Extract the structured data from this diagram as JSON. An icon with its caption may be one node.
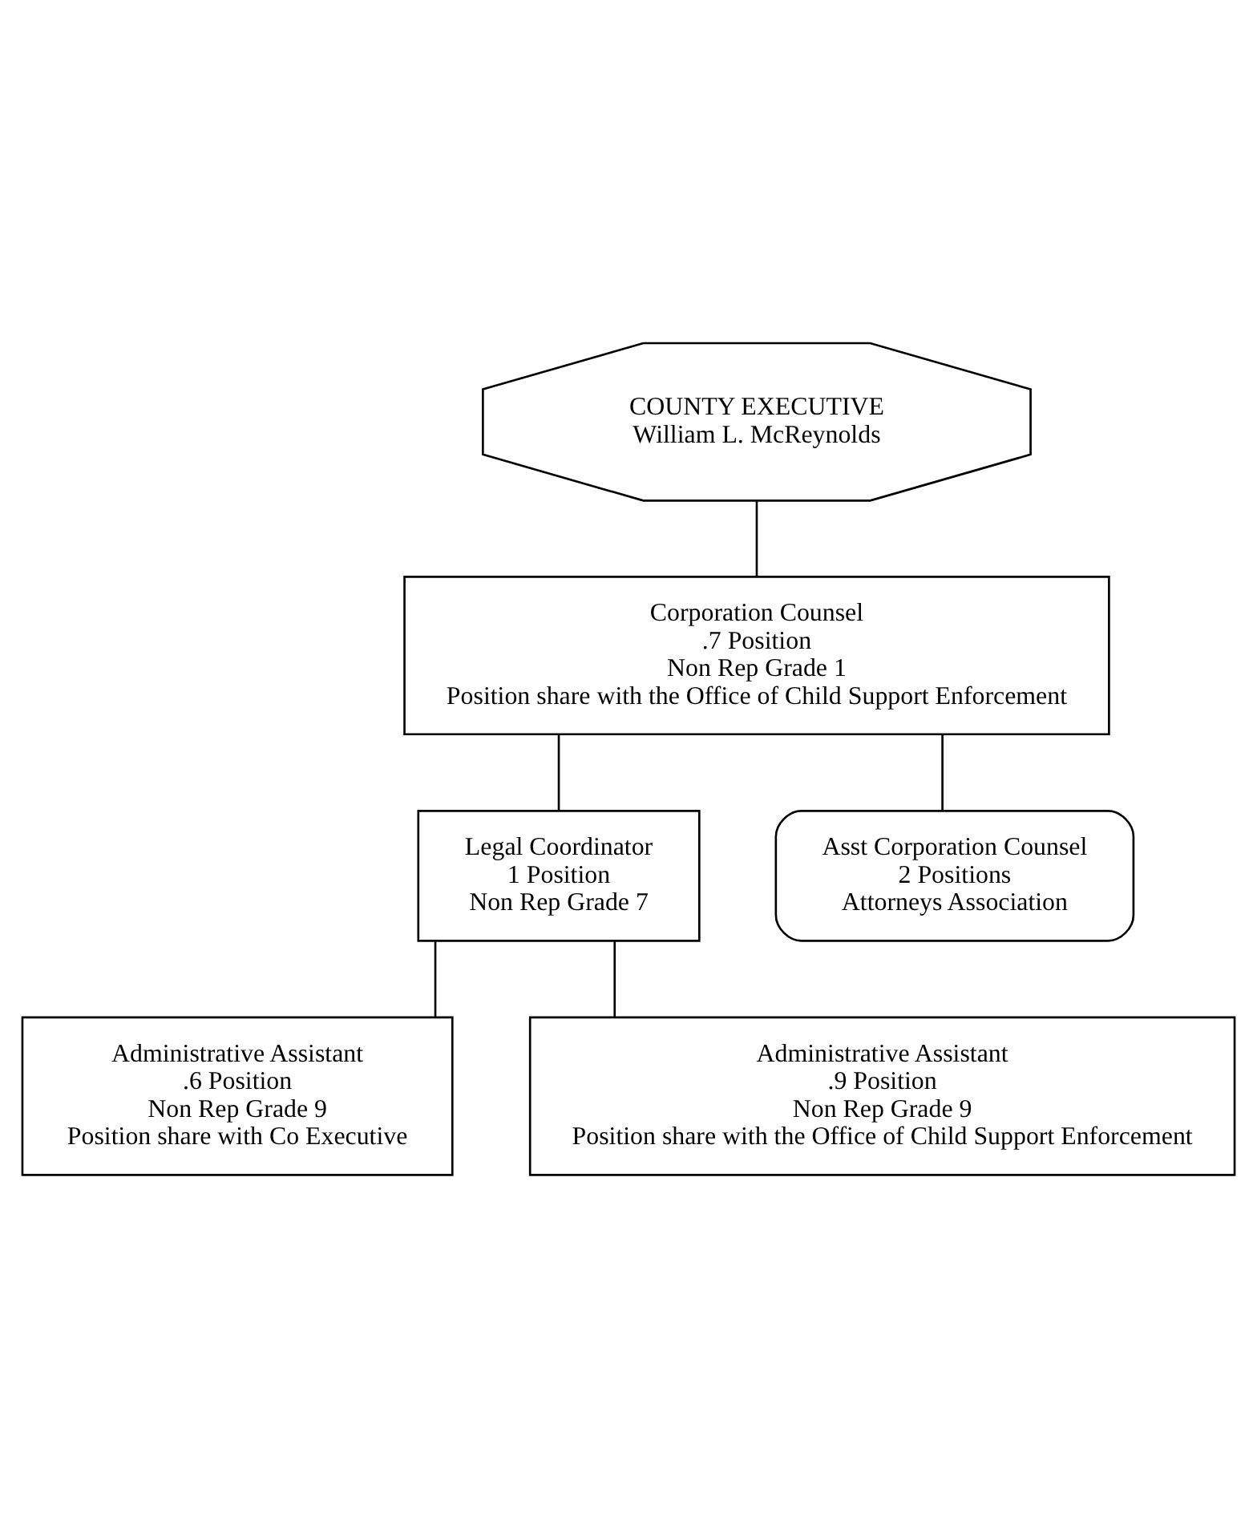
{
  "diagram": {
    "nodes": [
      {
        "text": [
          "COUNTY EXECUTIVE",
          "William L. McReynolds"
        ]
      },
      {
        "text": [
          "Corporation Counsel",
          ".7 Position",
          "Non Rep Grade 1",
          "Position share with the Office of Child Support Enforcement"
        ]
      },
      {
        "text": [
          "Legal Coordinator",
          "1 Position",
          "Non Rep Grade 7"
        ]
      },
      {
        "text": [
          "Asst Corporation Counsel",
          "2 Positions",
          "Attorneys Association"
        ]
      },
      {
        "text": [
          "Administrative Assistant",
          ".6 Position",
          "Non Rep Grade 9",
          "Position share with Co Executive"
        ]
      },
      {
        "text": [
          "Administrative Assistant",
          ".9 Position",
          "Non Rep Grade 9",
          "Position share with the Office of Child Support Enforcement"
        ]
      }
    ],
    "edges": [
      {
        "from": 0,
        "to": 1,
        "arrow": "none"
      },
      {
        "from": 1,
        "to": 2,
        "arrow": "none"
      },
      {
        "from": 1,
        "to": 3,
        "arrow": "none"
      },
      {
        "from": 2,
        "to": 4,
        "arrow": "none"
      },
      {
        "from": 2,
        "to": 5,
        "arrow": "none"
      }
    ]
  }
}
